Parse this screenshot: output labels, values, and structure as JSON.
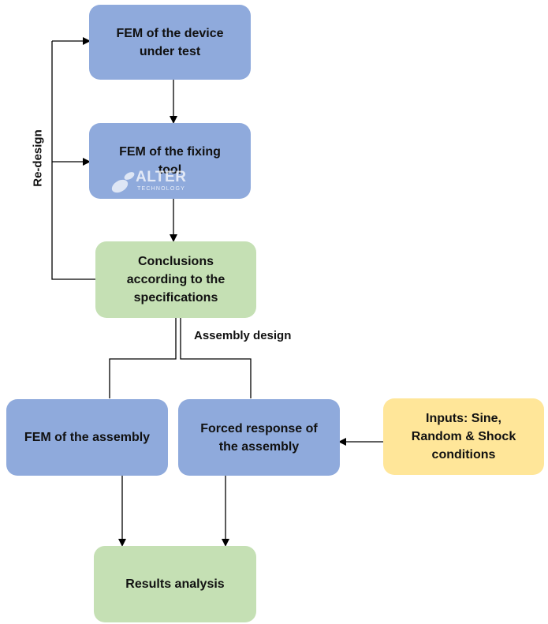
{
  "nodes": {
    "fem_device": {
      "line1": "FEM of the device",
      "line2": "under test"
    },
    "fem_fixing": {
      "line1": "FEM of the fixing",
      "line2": "tool"
    },
    "conclusions": {
      "line1": "Conclusions",
      "line2": "according to the",
      "line3": "specifications"
    },
    "fem_assembly": {
      "label": "FEM of the assembly"
    },
    "forced_response": {
      "line1": "Forced response of",
      "line2": "the assembly"
    },
    "inputs": {
      "line1": "Inputs: Sine,",
      "line2": "Random & Shock",
      "line3": "conditions"
    },
    "results": {
      "label": "Results analysis"
    }
  },
  "labels": {
    "redesign": "Re-design",
    "assembly_design": "Assembly design"
  },
  "watermark": {
    "name": "ALTER",
    "sub": "TECHNOLOGY"
  },
  "colors": {
    "process": "#8FAADC",
    "decision": "#C5E0B4",
    "input": "#FFE699",
    "connector": "#000000"
  }
}
